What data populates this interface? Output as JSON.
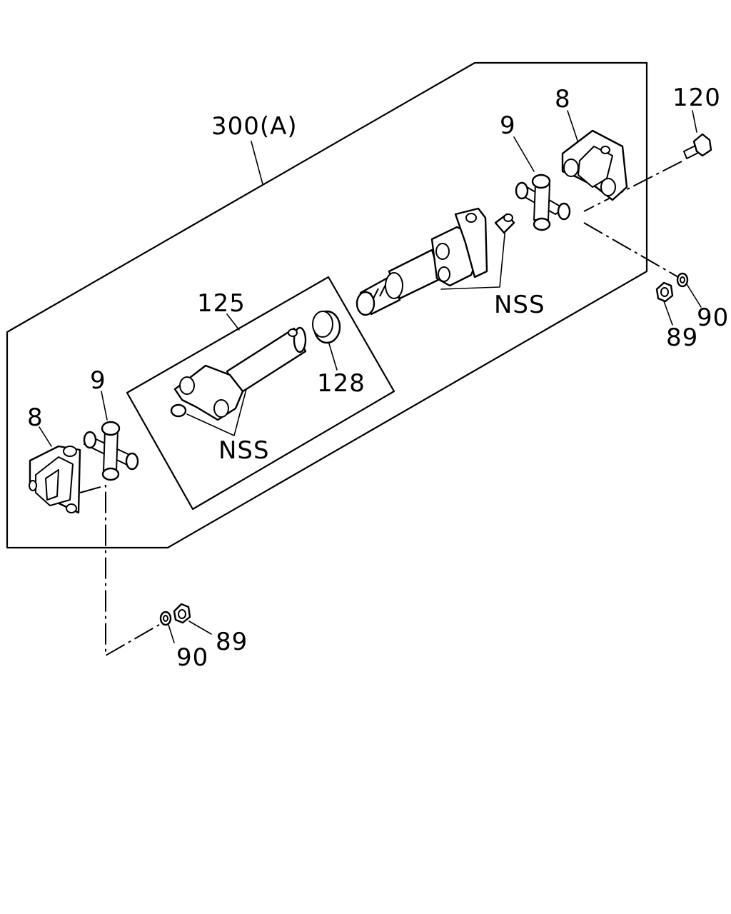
{
  "labels": {
    "assembly": "300(A)",
    "shaft": "125",
    "seal": "128",
    "nss_left": "NSS",
    "nss_right": "NSS",
    "flange_right": "8",
    "flange_left": "8",
    "joint_right": "9",
    "joint_left": "9",
    "bolt": "120",
    "nut_right": "89",
    "washer_right": "90",
    "nut_left": "89",
    "washer_left": "90"
  }
}
